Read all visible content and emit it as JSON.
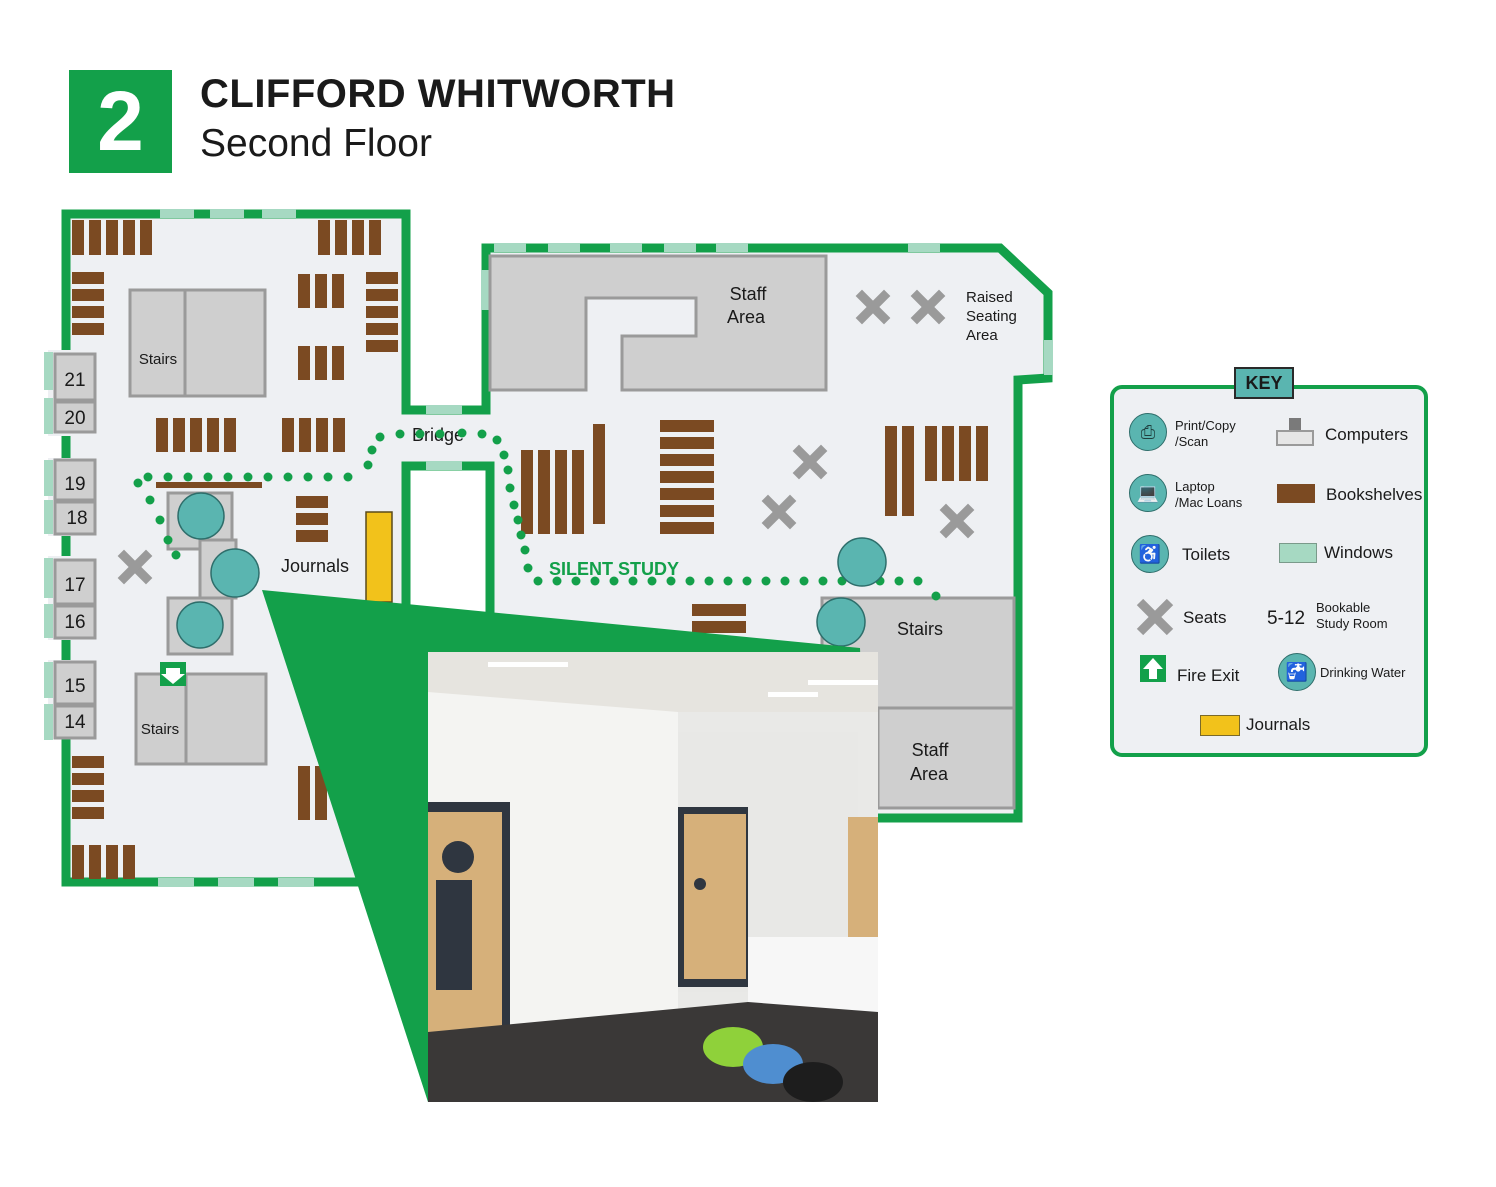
{
  "header": {
    "floor_number": "2",
    "building": "CLIFFORD WHITWORTH",
    "floor_name": "Second Floor"
  },
  "colors": {
    "brand_green": "#13a04a",
    "floor_fill": "#eef0f3",
    "room_gray": "#cfcfcf",
    "bookshelf": "#7b4a22",
    "window": "#a6d9c2",
    "journals": "#f2c21b",
    "icon_teal": "#5ab5b0"
  },
  "map": {
    "labels": {
      "stairs_nw": "Stairs",
      "stairs_sw": "Stairs",
      "stairs_se": "Stairs",
      "staff_area_north": "Staff\nArea",
      "staff_area_north_l1": "Staff",
      "staff_area_north_l2": "Area",
      "staff_area_se_l1": "Staff",
      "staff_area_se_l2": "Area",
      "raised_l1": "Raised",
      "raised_l2": "Seating",
      "raised_l3": "Area",
      "bridge": "Bridge",
      "journals": "Journals",
      "silent_study": "SILENT STUDY"
    },
    "study_rooms": [
      "21",
      "20",
      "19",
      "18",
      "17",
      "16",
      "15",
      "14"
    ]
  },
  "key": {
    "title": "KEY",
    "items": [
      {
        "icon": "printer-icon",
        "label_l1": "Print/Copy",
        "label_l2": "/Scan"
      },
      {
        "icon": "computer-icon",
        "label": "Computers"
      },
      {
        "icon": "laptop-icon",
        "label_l1": "Laptop",
        "label_l2": "/Mac Loans"
      },
      {
        "icon": "bookshelf-swatch",
        "label": "Bookshelves"
      },
      {
        "icon": "toilets-icon",
        "label": "Toilets"
      },
      {
        "icon": "window-swatch",
        "label": "Windows"
      },
      {
        "icon": "seats-icon",
        "label": "Seats"
      },
      {
        "icon": "study-room-number",
        "number": "5-12",
        "label_l1": "Bookable",
        "label_l2": "Study Room"
      },
      {
        "icon": "fire-exit-icon",
        "label": "Fire Exit"
      },
      {
        "icon": "drinking-water-icon",
        "label": "Drinking Water"
      },
      {
        "icon": "journals-swatch",
        "label": "Journals"
      }
    ]
  },
  "photo": {
    "caption": "Toilets corridor photo"
  }
}
